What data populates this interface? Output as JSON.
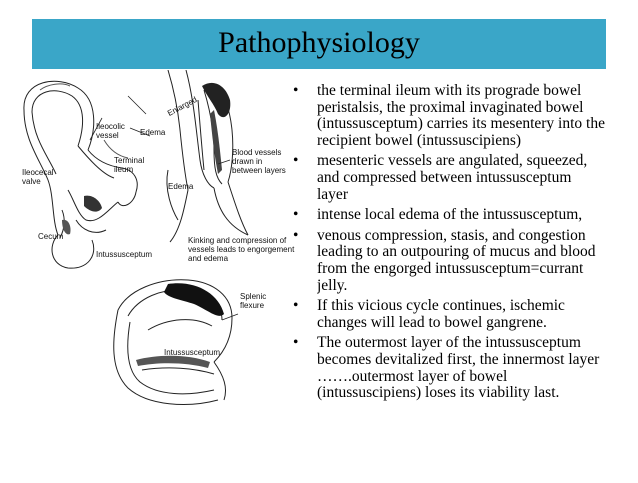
{
  "slide": {
    "title": "Pathophysiology",
    "title_bar_color": "#3aa6c8"
  },
  "figure": {
    "labels": {
      "ileocolic_vessel": "Ileocolic\nvessel",
      "edema_top": "Edema",
      "enlarged": "Enlarged",
      "terminal_ileum": "Terminal\nileum",
      "ileocecal_valve": "Ileocecal\nvalve",
      "blood_vessels": "Blood vessels\ndrawn in\nbetween layers",
      "edema_mid": "Edema",
      "cecum": "Cecum",
      "intussusceptum_top": "Intussusceptum",
      "kinking": "Kinking and compression of\nvessels leads to engorgement\nand edema",
      "splenic_flexure": "Splenic\nflexure",
      "intussusceptum_bottom": "Intussusceptum"
    }
  },
  "bullets": [
    {
      "mark": "•",
      "lines": [
        "the terminal ileum with its prograde bowel",
        "peristalsis, the proximal invaginated bowel",
        "(intussusceptum) carries its mesentery into the",
        "recipient bowel (intussuscipiens)"
      ]
    },
    {
      "mark": "•",
      "lines": [
        "mesenteric vessels are angulated, squeezed,",
        "and compressed between intussusceptum",
        "layer"
      ]
    },
    {
      "mark": "•",
      "lines": [
        "intense local edema of the intussusceptum,"
      ]
    },
    {
      "mark": "•",
      "lines": [
        "venous compression, stasis, and congestion",
        "leading to an outpouring of mucus and blood",
        "from the engorged intussusceptum=currant",
        "jelly."
      ]
    },
    {
      "mark": "•",
      "lines": [
        "If this vicious cycle continues, ischemic",
        "changes will lead to bowel gangrene."
      ]
    },
    {
      "mark": "•",
      "lines": [
        "The outermost layer of the intussusceptum",
        "becomes devitalized first, the innermost layer",
        "…….outermost layer of bowel",
        "(intussuscipiens) loses its viability last."
      ]
    }
  ]
}
